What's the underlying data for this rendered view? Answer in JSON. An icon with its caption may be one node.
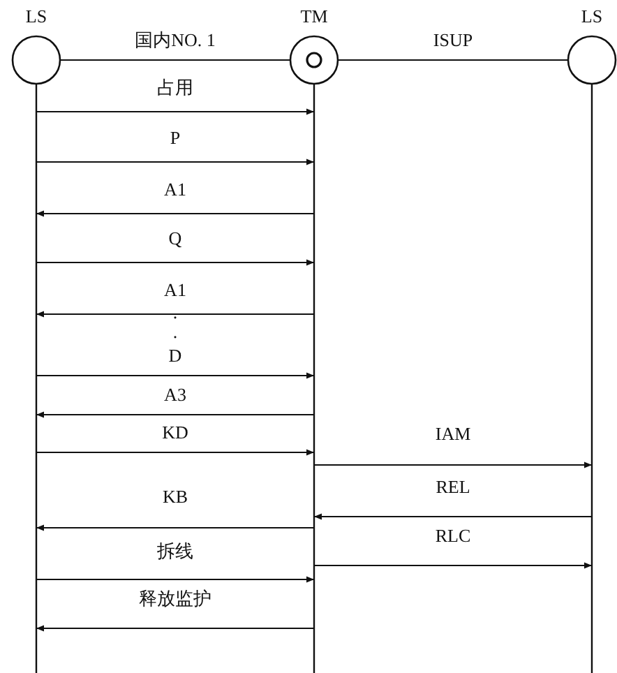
{
  "diagram": {
    "nodes": [
      {
        "text": [
          "LS"
        ]
      },
      {
        "text": [
          "TM"
        ]
      },
      {
        "text": [
          "LS"
        ]
      }
    ],
    "edges": [
      {
        "from": 0,
        "to": 1,
        "arrow": "none",
        "label": "国内NO. 1"
      },
      {
        "from": 1,
        "to": 2,
        "arrow": "none",
        "label": "ISUP"
      },
      {
        "from": 0,
        "to": 1,
        "arrow": "to",
        "label": "占用"
      },
      {
        "from": 0,
        "to": 1,
        "arrow": "to",
        "label": "P"
      },
      {
        "from": 1,
        "to": 0,
        "arrow": "to",
        "label": "A1"
      },
      {
        "from": 0,
        "to": 1,
        "arrow": "to",
        "label": "Q"
      },
      {
        "from": 1,
        "to": 0,
        "arrow": "to",
        "label": "A1"
      },
      {
        "from": 0,
        "to": 1,
        "arrow": "to",
        "label": "D"
      },
      {
        "from": 1,
        "to": 0,
        "arrow": "to",
        "label": "A3"
      },
      {
        "from": 0,
        "to": 1,
        "arrow": "to",
        "label": "KD"
      },
      {
        "from": 1,
        "to": 2,
        "arrow": "to",
        "label": "IAM"
      },
      {
        "from": 2,
        "to": 1,
        "arrow": "to",
        "label": "REL"
      },
      {
        "from": 1,
        "to": 0,
        "arrow": "to",
        "label": "KB"
      },
      {
        "from": 1,
        "to": 2,
        "arrow": "to",
        "label": "RLC"
      },
      {
        "from": 0,
        "to": 1,
        "arrow": "to",
        "label": "拆线"
      },
      {
        "from": 1,
        "to": 0,
        "arrow": "to",
        "label": "释放监护"
      }
    ],
    "labels": [
      ".",
      "."
    ]
  }
}
